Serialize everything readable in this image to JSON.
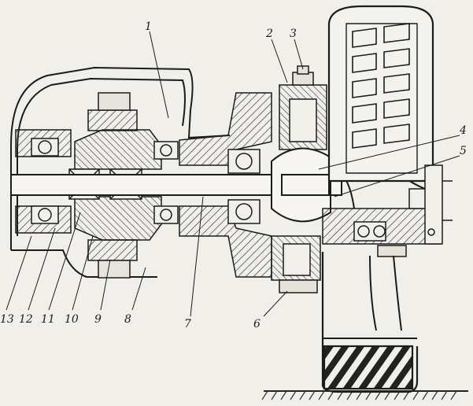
{
  "diagram": {
    "callouts": [
      "1",
      "2",
      "3",
      "4",
      "5",
      "6",
      "7",
      "8",
      "9",
      "10",
      "11",
      "12",
      "13"
    ]
  },
  "colors": {
    "paper": "#f1efea",
    "ink": "#1c1c1c",
    "hatch": "#3a3a3a"
  }
}
